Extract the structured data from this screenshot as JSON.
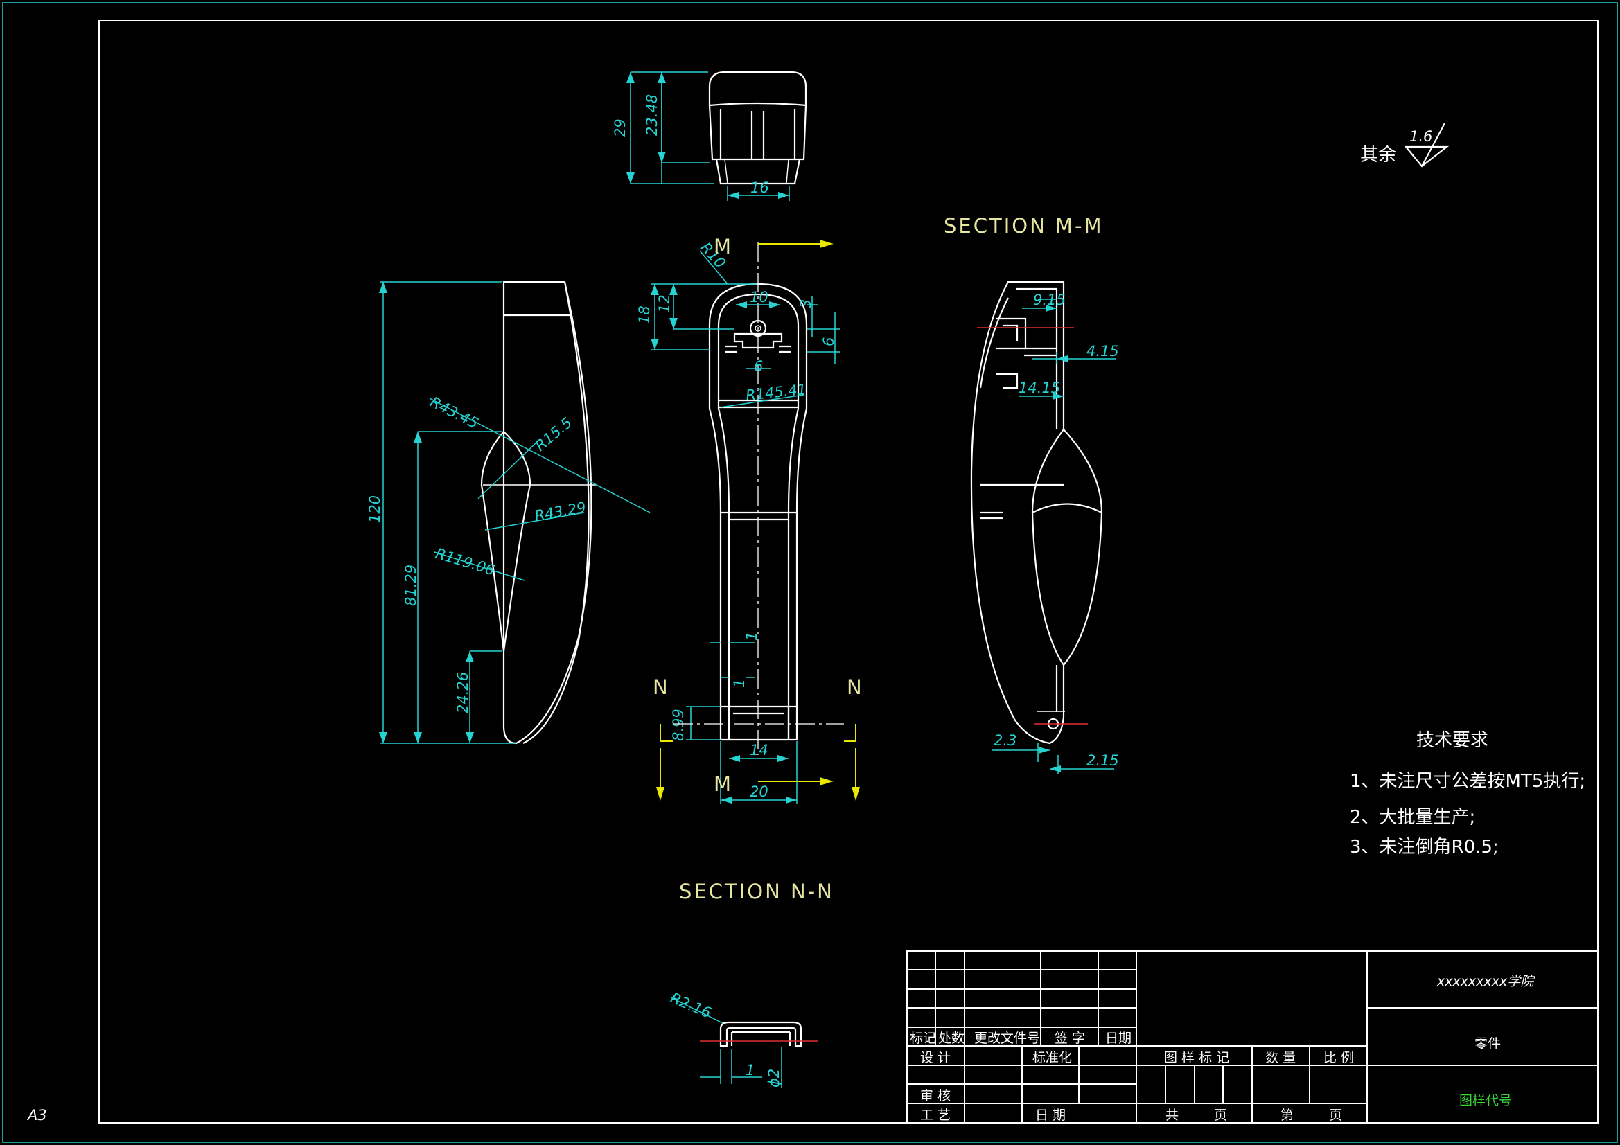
{
  "sheet": {
    "size_label": "A3"
  },
  "surface_finish": {
    "label": "其余",
    "value": "1.6"
  },
  "sections": {
    "mm": "SECTION M-M",
    "nn": "SECTION N-N"
  },
  "section_marks": {
    "m_top": "M",
    "m_bottom": "M",
    "n_left": "N",
    "n_right": "N"
  },
  "dimensions": {
    "top_view": [
      "29",
      "23.48",
      "16"
    ],
    "side_view": [
      "120",
      "R43.45",
      "R15.5",
      "R43.29",
      "R119.06",
      "81.29",
      "24.26"
    ],
    "front_view": [
      "R10",
      "18",
      "12",
      "10",
      "3",
      "6",
      "6",
      "R145.41",
      "1",
      "1",
      "8.99",
      "14",
      "20"
    ],
    "section_mm": [
      "9.15",
      "4.15",
      "14.15",
      "2.3",
      "2.15"
    ],
    "detail": [
      "R2.16",
      "1",
      "2"
    ]
  },
  "tech_requirements": {
    "title": "技术要求",
    "items": [
      "1、未注尺寸公差按MT5执行;",
      "2、大批量生产;",
      "3、未注倒角R0.5;"
    ]
  },
  "title_block": {
    "headers": [
      "标记",
      "处数",
      "更改文件号",
      "签 字",
      "日期"
    ],
    "rows": {
      "design": "设 计",
      "standard": "标准化",
      "review": "审 核",
      "process": "工 艺",
      "date": "日 期"
    },
    "mid_headers": [
      "图 样 标 记",
      "数 量",
      "比 例"
    ],
    "sheets": {
      "total": "共",
      "page_unit": "页",
      "nth": "第",
      "page_unit2": "页"
    },
    "school": "xxxxxxxxx学院",
    "part_name": "零件",
    "drawing_code": "图样代号"
  },
  "colors": {
    "background": "#000000",
    "outline": "#ffffff",
    "dimension": "#25d3d3",
    "section_line": "#e8e800",
    "centerline_mark": "#e03030",
    "drawing_code_text": "#39d239"
  }
}
